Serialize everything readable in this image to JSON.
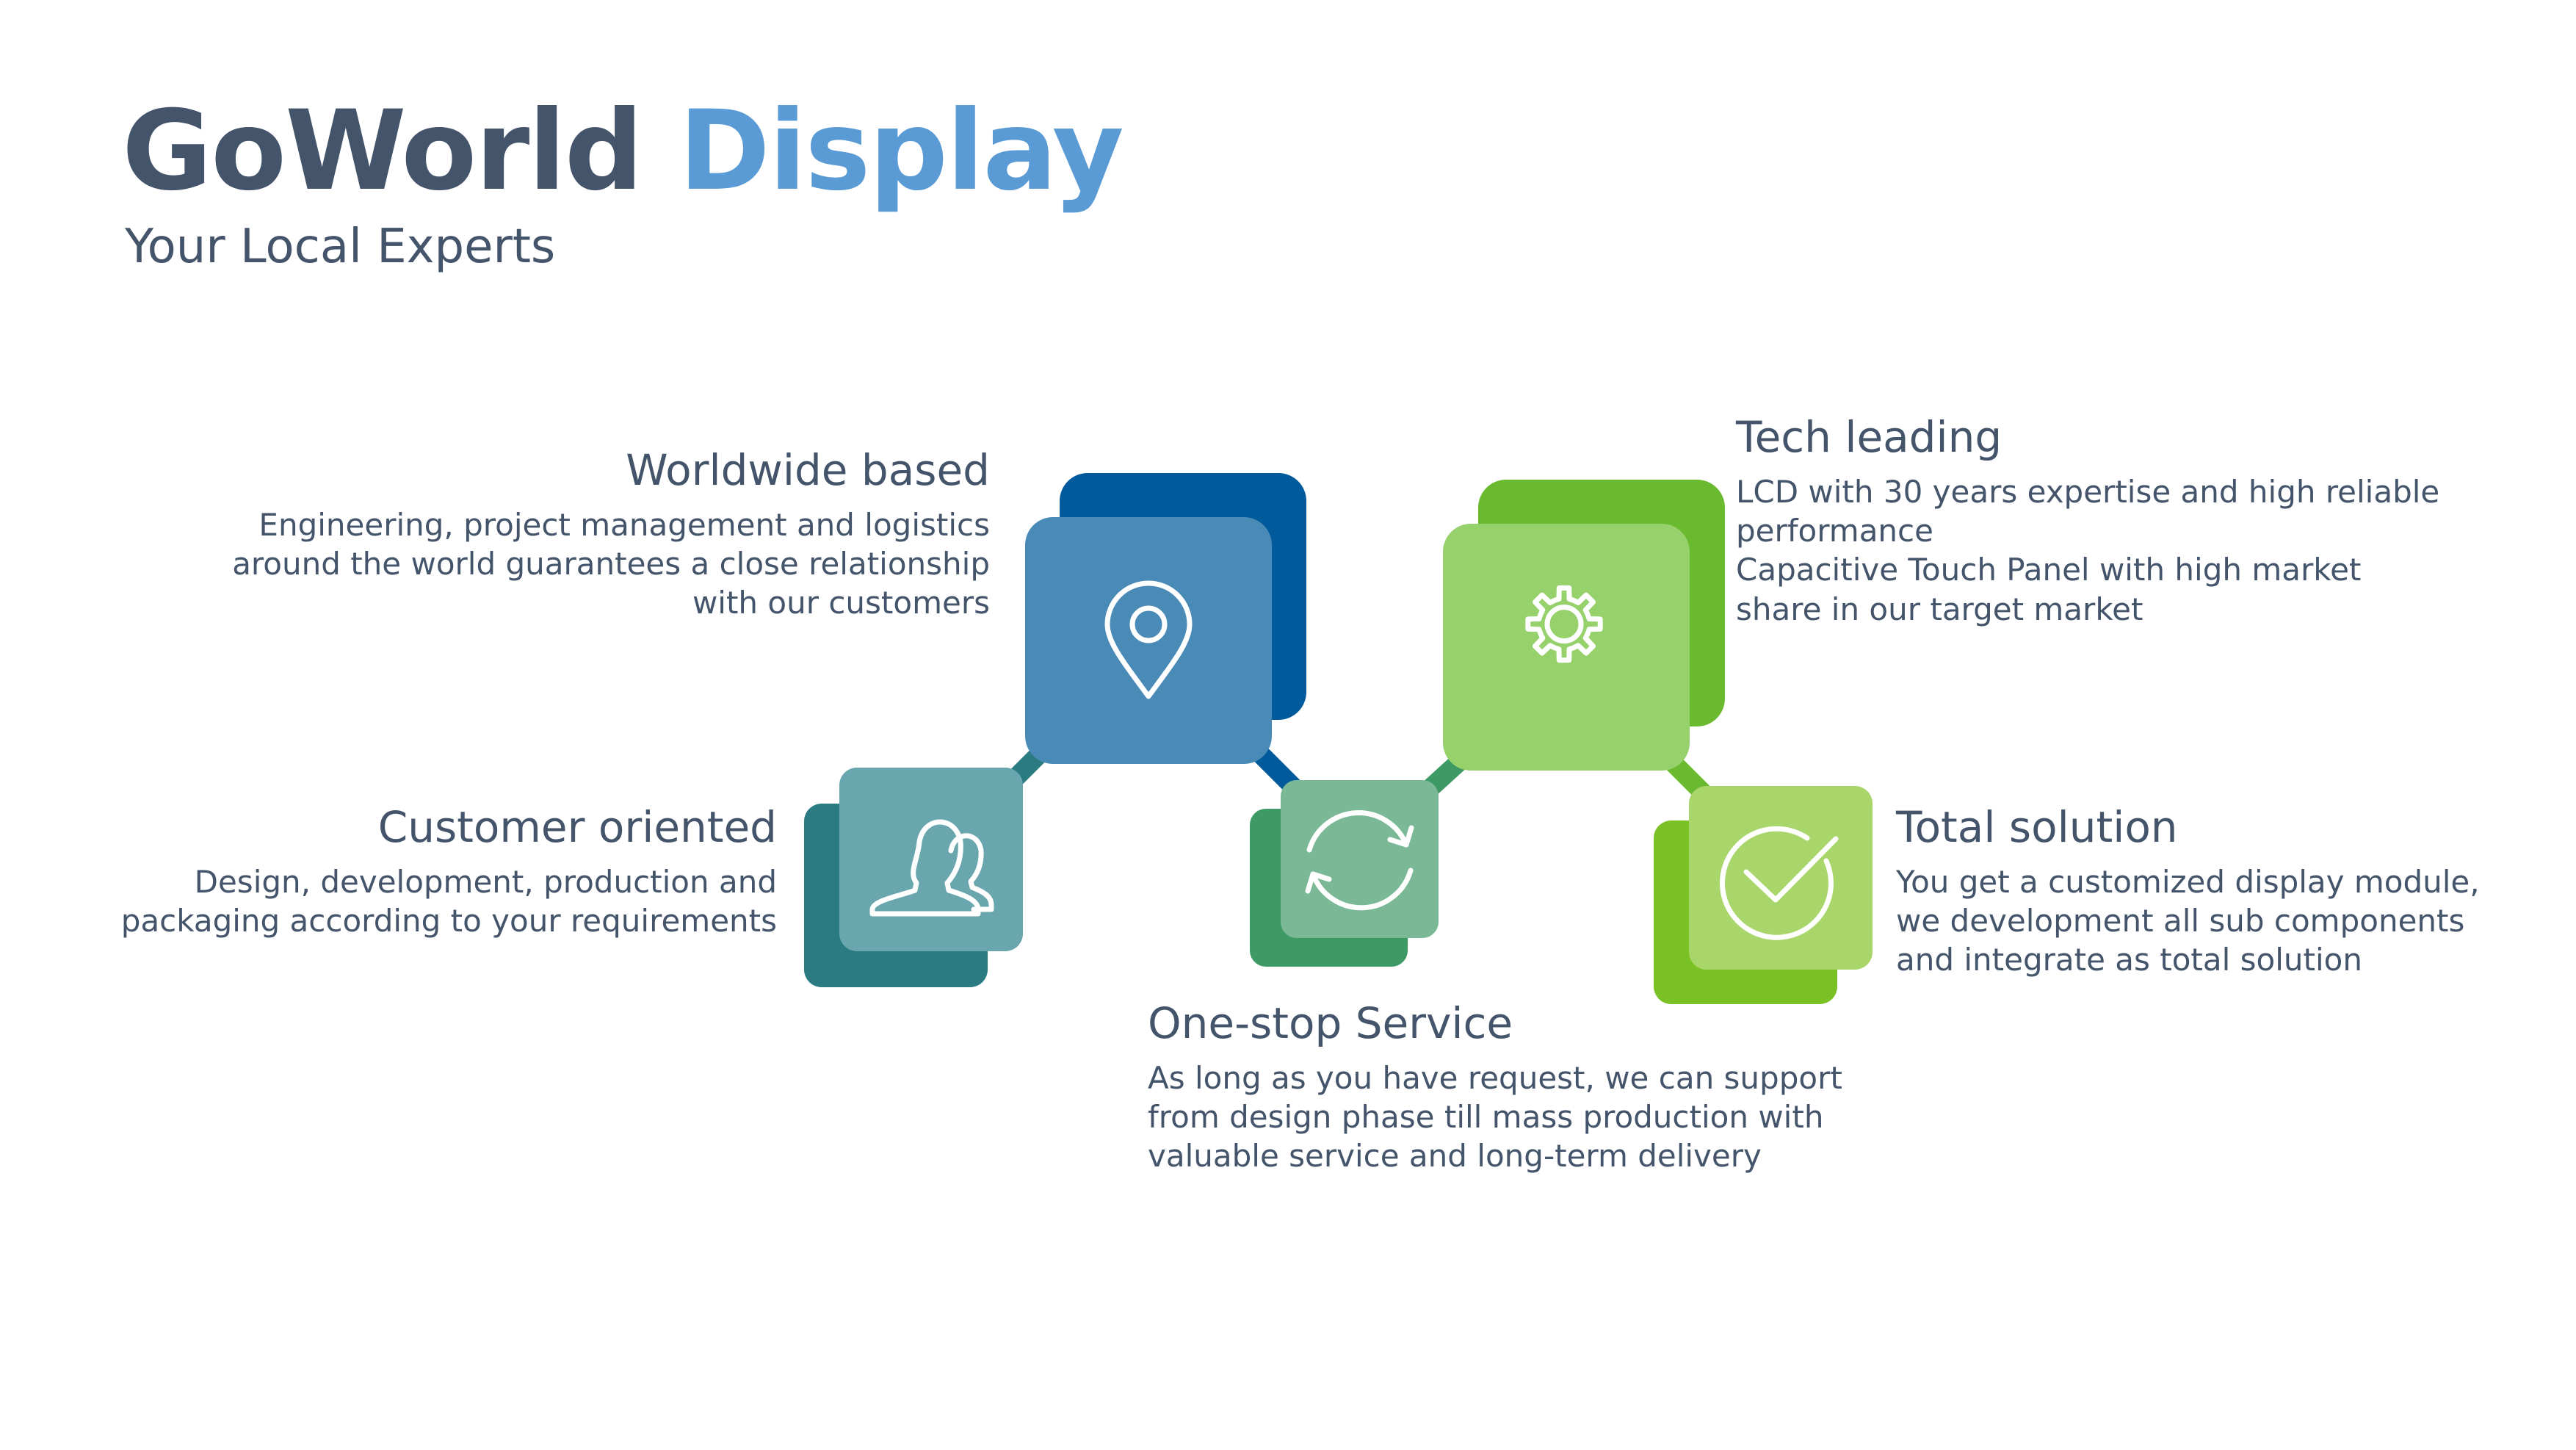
{
  "header": {
    "title_part1": "GoWorld",
    "title_part2": "Display",
    "subtitle": "Your Local Experts"
  },
  "colors": {
    "title_dark": "#44546a",
    "title_accent": "#5b9bd5",
    "worldwide_back": "#005a9b",
    "worldwide_front": "#4a8ab7",
    "customer_back": "#2b7c82",
    "customer_front": "#6aa6ad",
    "onestop_back": "#3e9a64",
    "onestop_front": "#7ab896",
    "tech_back": "#6aba30",
    "tech_front": "#96d16c",
    "total_back": "#7ac126",
    "total_front": "#a8d66a"
  },
  "nodes": {
    "worldwide": {
      "icon": "location-pin-icon",
      "title": "Worldwide based",
      "lines": [
        "Engineering, project management and logistics",
        "around the world guarantees a close relationship",
        "with our customers"
      ]
    },
    "customer": {
      "icon": "users-icon",
      "title": "Customer oriented",
      "lines": [
        "Design, development, production and",
        "packaging according to your requirements"
      ]
    },
    "onestop": {
      "icon": "refresh-icon",
      "title": "One-stop Service",
      "lines": [
        "As long as you have request, we can support",
        "from design phase till mass production with",
        "valuable service and long-term delivery"
      ]
    },
    "tech": {
      "icon": "gear-icon",
      "title": "Tech leading",
      "lines": [
        "LCD with 30 years expertise and high reliable",
        "performance",
        "Capacitive Touch Panel with high market",
        "share in our target market"
      ]
    },
    "total": {
      "icon": "check-circle-icon",
      "title": "Total solution",
      "lines": [
        "You get a customized display module,",
        "we development all sub components",
        "and integrate as total solution"
      ]
    }
  }
}
